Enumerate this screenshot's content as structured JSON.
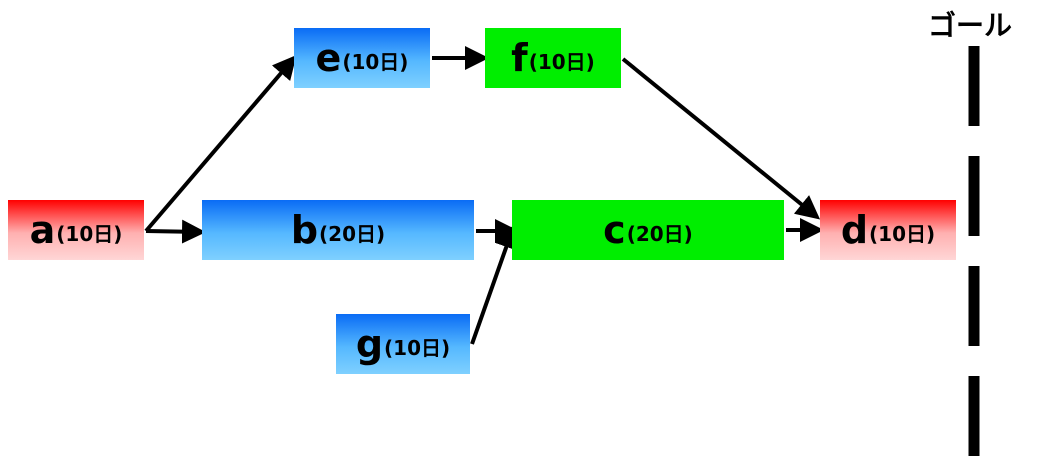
{
  "goal_label": "ゴール",
  "tasks": {
    "a": {
      "letter": "a",
      "duration": "(10日)",
      "color": "#ff0000"
    },
    "b": {
      "letter": "b",
      "duration": "(20日)",
      "color": "#1e8fff"
    },
    "c": {
      "letter": "c",
      "duration": "(20日)",
      "color": "#00ee00"
    },
    "d": {
      "letter": "d",
      "duration": "(10日)",
      "color": "#ff0000"
    },
    "e": {
      "letter": "e",
      "duration": "(10日)",
      "color": "#1e8fff"
    },
    "f": {
      "letter": "f",
      "duration": "(10日)",
      "color": "#00ee00"
    },
    "g": {
      "letter": "g",
      "duration": "(10日)",
      "color": "#1e8fff"
    }
  },
  "dependencies": [
    {
      "from": "a",
      "to": "e"
    },
    {
      "from": "a",
      "to": "b"
    },
    {
      "from": "e",
      "to": "f"
    },
    {
      "from": "b",
      "to": "c"
    },
    {
      "from": "g",
      "to": "c"
    },
    {
      "from": "f",
      "to": "d"
    },
    {
      "from": "c",
      "to": "d"
    }
  ]
}
